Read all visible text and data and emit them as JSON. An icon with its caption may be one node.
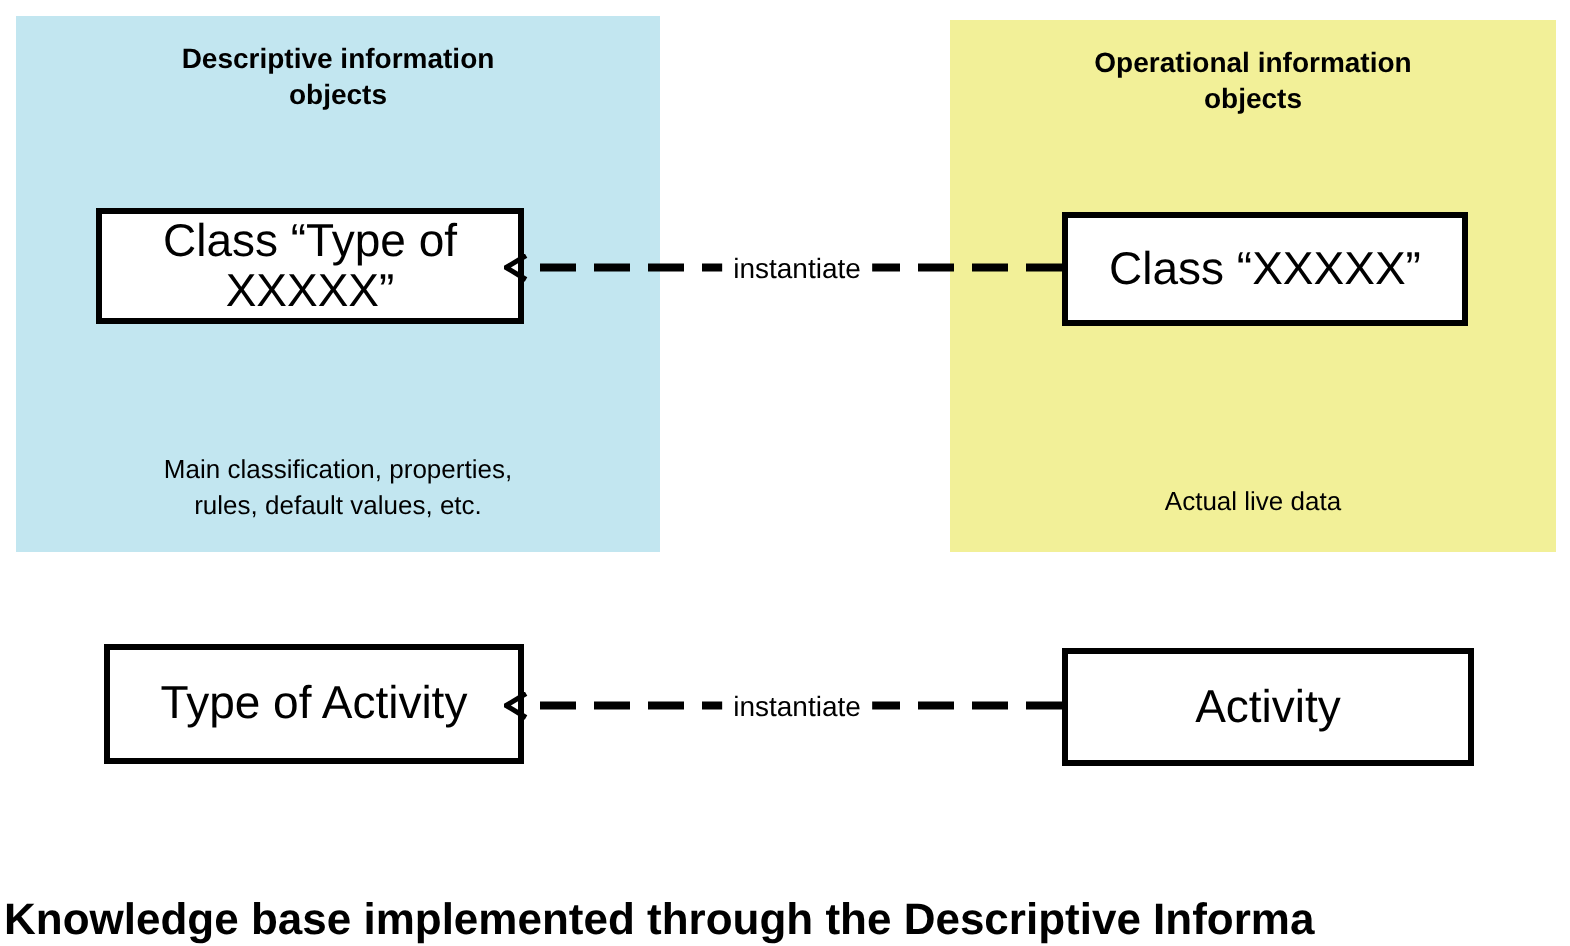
{
  "diagram": {
    "caption": "Knowledge base implemented through the Descriptive Informa",
    "nodes": [
      {
        "text": [
          "Descriptive information objects",
          "Main classification, properties, rules, default values, etc."
        ]
      },
      {
        "text": [
          "Class “Type of XXXXX”"
        ],
        "in": 0
      },
      {
        "text": [
          "Operational information objects",
          "Actual live data"
        ]
      },
      {
        "text": [
          "Class “XXXXX”"
        ],
        "in": 2
      },
      {
        "text": [
          "Type of Activity"
        ]
      },
      {
        "text": [
          "Activity"
        ]
      }
    ],
    "edges": [
      {
        "from": 3,
        "to": 1,
        "arrow": "to",
        "label": "instantiate",
        "style": "dashed"
      },
      {
        "from": 5,
        "to": 4,
        "arrow": "to",
        "label": "instantiate",
        "style": "dashed"
      }
    ]
  }
}
